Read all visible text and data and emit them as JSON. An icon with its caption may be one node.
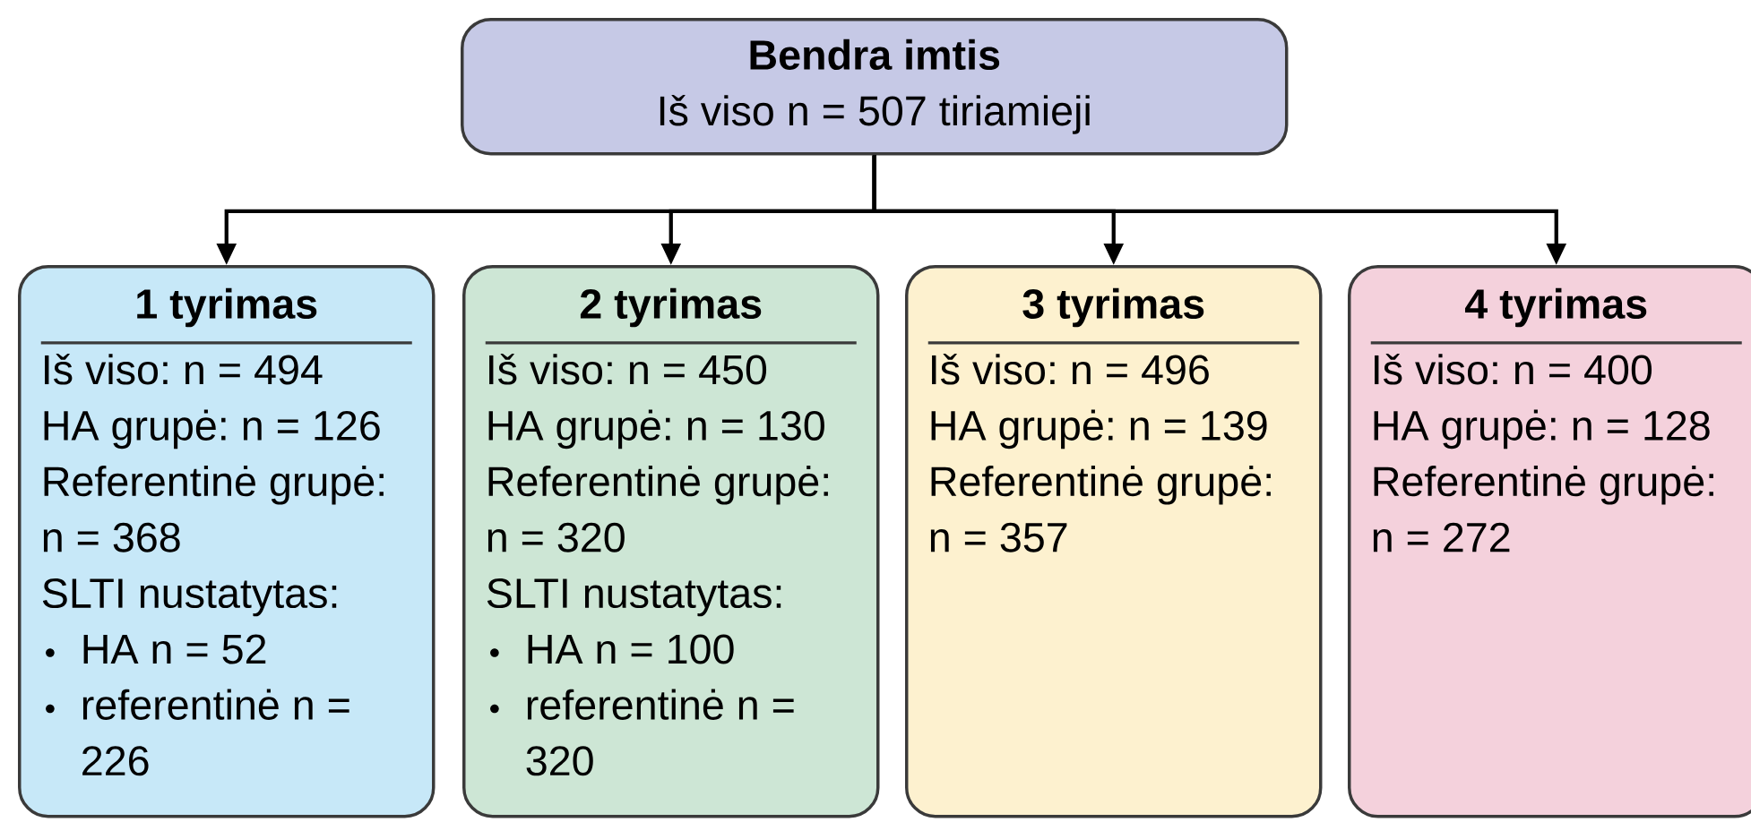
{
  "diagram": {
    "nodes": [
      {
        "text": [
          "Bendra imtis",
          "Iš viso n = 507 tiriamieji"
        ]
      },
      {
        "text": [
          "1 tyrimas",
          "Iš viso: n = 494",
          "HA grupė: n = 126",
          "Referentinė grupė: n = 368",
          "SLTI nustatytas:",
          "HA n = 52",
          "referentinė n = 226"
        ]
      },
      {
        "text": [
          "2 tyrimas",
          "Iš viso: n = 450",
          "HA grupė: n = 130",
          "Referentinė grupė: n = 320",
          "SLTI nustatytas:",
          "HA n = 100",
          "referentinė n = 320"
        ]
      },
      {
        "text": [
          "3 tyrimas",
          "Iš viso: n = 496",
          "HA grupė: n = 139",
          "Referentinė grupė: n = 357"
        ]
      },
      {
        "text": [
          "4 tyrimas",
          "Iš viso: n = 400",
          "HA grupė: n = 128",
          "Referentinė grupė: n = 272"
        ]
      }
    ],
    "edges": [
      {
        "from": 0,
        "to": 1,
        "arrow": "to"
      },
      {
        "from": 0,
        "to": 2,
        "arrow": "to"
      },
      {
        "from": 0,
        "to": 3,
        "arrow": "to"
      },
      {
        "from": 0,
        "to": 4,
        "arrow": "to"
      }
    ]
  }
}
